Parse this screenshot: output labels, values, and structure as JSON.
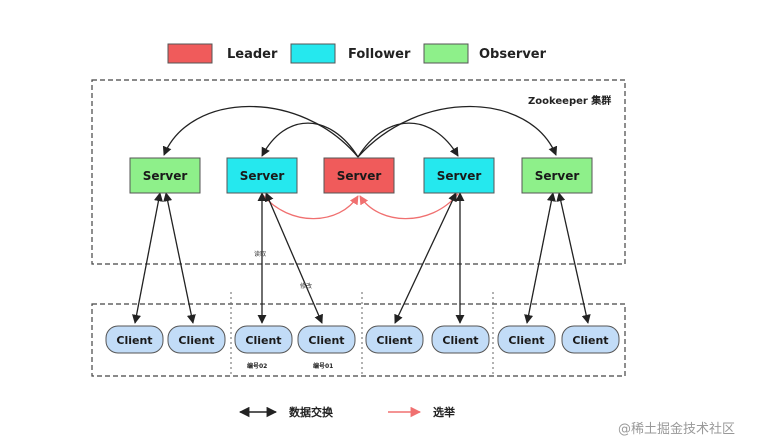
{
  "legend": {
    "leader": {
      "label": "Leader",
      "color": "#f05b5b"
    },
    "follower": {
      "label": "Follower",
      "color": "#25e8ee"
    },
    "observer": {
      "label": "Observer",
      "color": "#8ef08a"
    }
  },
  "cluster_label": "Zookeeper 集群",
  "servers": [
    {
      "label": "Server",
      "role": "observer"
    },
    {
      "label": "Server",
      "role": "follower"
    },
    {
      "label": "Server",
      "role": "leader"
    },
    {
      "label": "Server",
      "role": "follower"
    },
    {
      "label": "Server",
      "role": "observer"
    }
  ],
  "clients": [
    "Client",
    "Client",
    "Client",
    "Client",
    "Client",
    "Client",
    "Client",
    "Client"
  ],
  "client_fill": "#c2dcf7",
  "annotations": {
    "read_label": "读取",
    "write_label": "修改",
    "id_02": "编号02",
    "id_01": "编号01"
  },
  "bottom_legend": {
    "data_exchange": "数据交换",
    "election": "选举"
  },
  "election_color": "#f07070",
  "watermark": "@稀土掘金技术社区"
}
